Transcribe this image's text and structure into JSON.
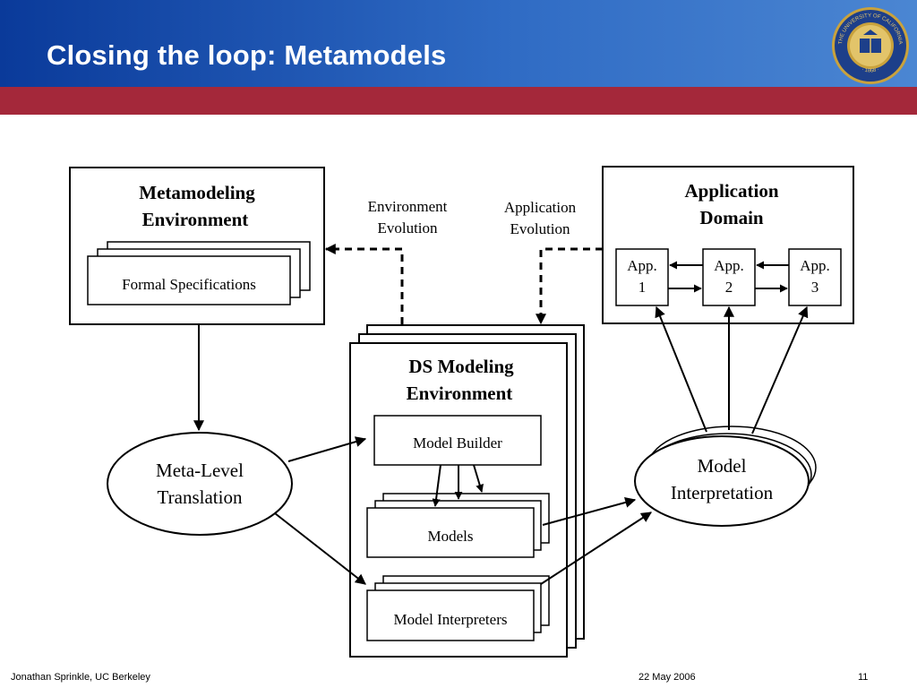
{
  "slide": {
    "title": "Closing the loop: Metamodels",
    "footer_author": "Jonathan Sprinkle, UC Berkeley",
    "footer_date": "22 May 2006",
    "footer_page": "11"
  },
  "seal": {
    "text_top": "THE UNIVERSITY OF CALIFORNIA",
    "text_bottom": "· 1868 ·",
    "icon": "university-seal-icon"
  },
  "diagram": {
    "metamodeling_env": {
      "line1": "Metamodeling",
      "line2": "Environment",
      "inner": "Formal Specifications"
    },
    "env_evolution": {
      "line1": "Environment",
      "line2": "Evolution"
    },
    "app_evolution": {
      "line1": "Application",
      "line2": "Evolution"
    },
    "app_domain": {
      "line1": "Application",
      "line2": "Domain",
      "apps": [
        {
          "line1": "App.",
          "line2": "1"
        },
        {
          "line1": "App.",
          "line2": "2"
        },
        {
          "line1": "App.",
          "line2": "3"
        }
      ]
    },
    "ds_env": {
      "line1": "DS Modeling",
      "line2": "Environment",
      "model_builder": "Model Builder",
      "models": "Models",
      "interpreters": "Model Interpreters"
    },
    "meta_level": {
      "line1": "Meta-Level",
      "line2": "Translation"
    },
    "model_interp": {
      "line1": "Model",
      "line2": "Interpretation"
    }
  },
  "colors": {
    "header_blue": "#0a3a9a",
    "band_red": "#a4283a",
    "seal_gold": "#c9a23c"
  }
}
